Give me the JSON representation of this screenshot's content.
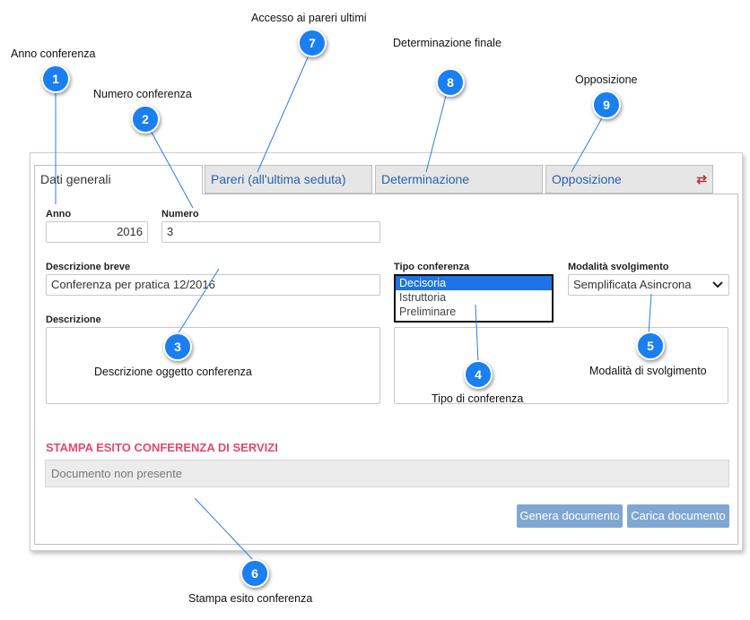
{
  "tabs": [
    {
      "label": "Dati generali"
    },
    {
      "label": "Pareri (all'ultima seduta)"
    },
    {
      "label": "Determinazione"
    },
    {
      "label": "Opposizione"
    }
  ],
  "form": {
    "anno": {
      "label": "Anno",
      "value": "2016"
    },
    "numero": {
      "label": "Numero",
      "value": "3"
    },
    "descrizione_breve": {
      "label": "Descrizione breve",
      "value": "Conferenza per pratica 12/2016"
    },
    "tipo_conferenza": {
      "label": "Tipo conferenza",
      "options": [
        "Decisoria",
        "Istruttoria",
        "Preliminare"
      ],
      "selected": "Decisoria"
    },
    "modalita": {
      "label": "Modalità svolgimento",
      "value": "Semplificata Asincrona"
    },
    "descrizione": {
      "label": "Descrizione"
    }
  },
  "stampa": {
    "title": "STAMPA ESITO CONFERENZA DI SERVIZI",
    "document_status": "Documento non presente",
    "genera_label": "Genera documento",
    "carica_label": "Carica documento"
  },
  "callouts": [
    {
      "number": "1",
      "label": "Anno conferenza"
    },
    {
      "number": "2",
      "label": "Numero conferenza"
    },
    {
      "number": "3",
      "label": "Descrizione oggetto conferenza"
    },
    {
      "number": "4",
      "label": "Tipo di conferenza"
    },
    {
      "number": "5",
      "label": "Modalità di svolgimento"
    },
    {
      "number": "6",
      "label": "Stampa esito conferenza"
    },
    {
      "number": "7",
      "label": "Accesso ai pareri ultimi"
    },
    {
      "number": "8",
      "label": "Determinazione finale"
    },
    {
      "number": "9",
      "label": "Opposizione"
    }
  ],
  "icons": {
    "tab_action": "swap-arrows-icon",
    "select_arrow": "chevron-down-icon"
  },
  "colors": {
    "badge": "#1a7ff0",
    "section_title": "#e04a6b",
    "button": "#7fa7d1",
    "selected_option": "#1e73e6"
  }
}
